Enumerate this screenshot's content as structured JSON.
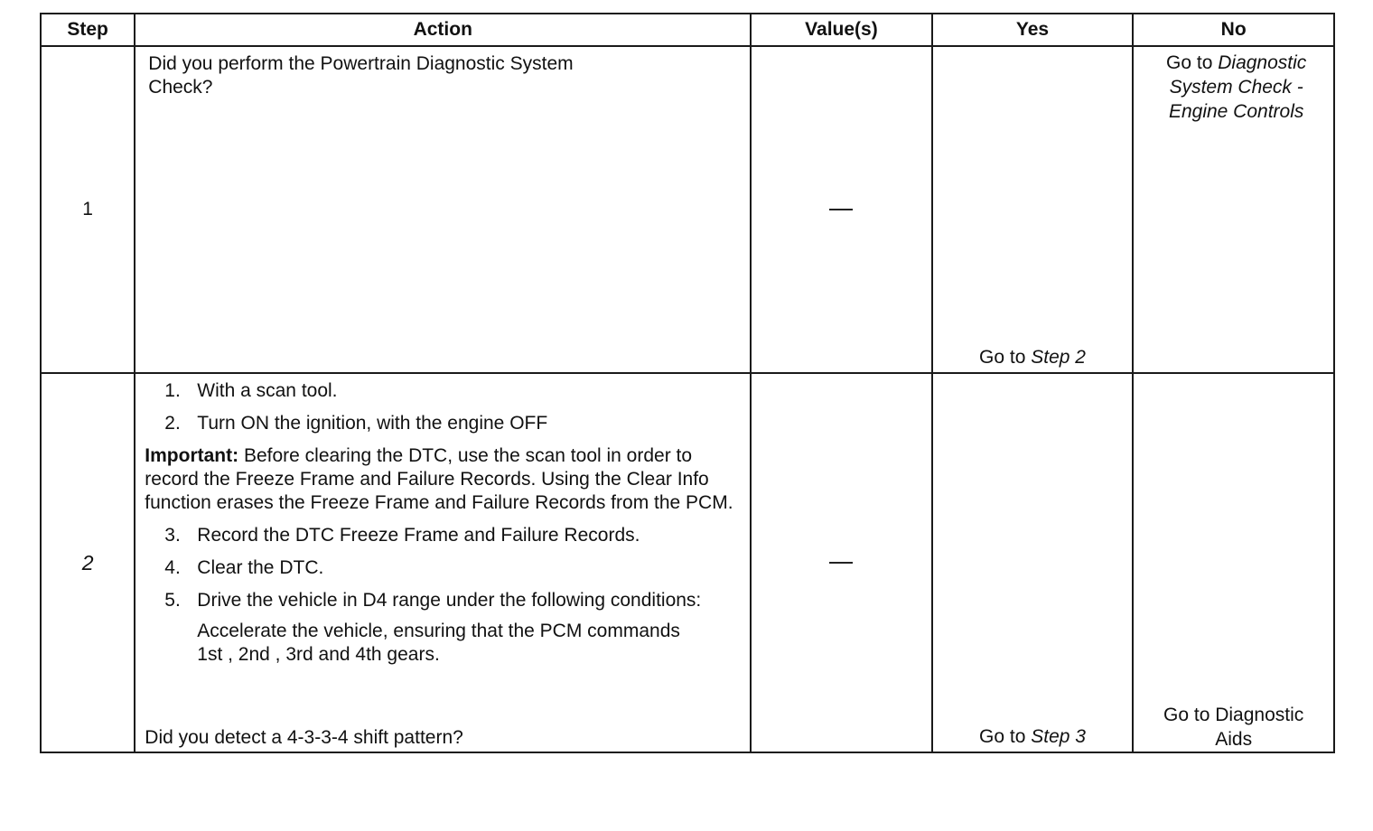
{
  "headers": {
    "step": "Step",
    "action": "Action",
    "values": "Value(s)",
    "yes": "Yes",
    "no": "No"
  },
  "rows": [
    {
      "step": "1",
      "question": "Did you perform the Powertrain Diagnostic System Check?",
      "values": "—",
      "yes_prefix": "Go to",
      "yes_link": "Step 2",
      "no_prefix": "Go to",
      "no_link": "Diagnostic System Check - Engine Controls"
    },
    {
      "step": "2",
      "items_a": [
        {
          "num": "1.",
          "text": "With a scan tool."
        },
        {
          "num": "2.",
          "text": "Turn ON the ignition, with the engine OFF"
        }
      ],
      "important_label": "Important:",
      "important_text": "Before clearing the DTC, use the scan tool in order to record the Freeze Frame and Failure Records. Using the Clear Info function erases the Freeze Frame and Failure Records from the PCM.",
      "items_b": [
        {
          "num": "3.",
          "text": "Record the DTC Freeze Frame and Failure Records."
        },
        {
          "num": "4.",
          "text": "Clear the DTC."
        },
        {
          "num": "5.",
          "text": "Drive the vehicle in D4 range under the following conditions:"
        }
      ],
      "sub_text": "Accelerate the vehicle, ensuring that the PCM commands 1st , 2nd , 3rd and 4th  gears.",
      "question": "Did you detect a 4-3-3-4 shift pattern?",
      "values": "—",
      "yes_prefix": "Go to",
      "yes_link": "Step 3",
      "no_text": "Go to Diagnostic Aids"
    }
  ]
}
